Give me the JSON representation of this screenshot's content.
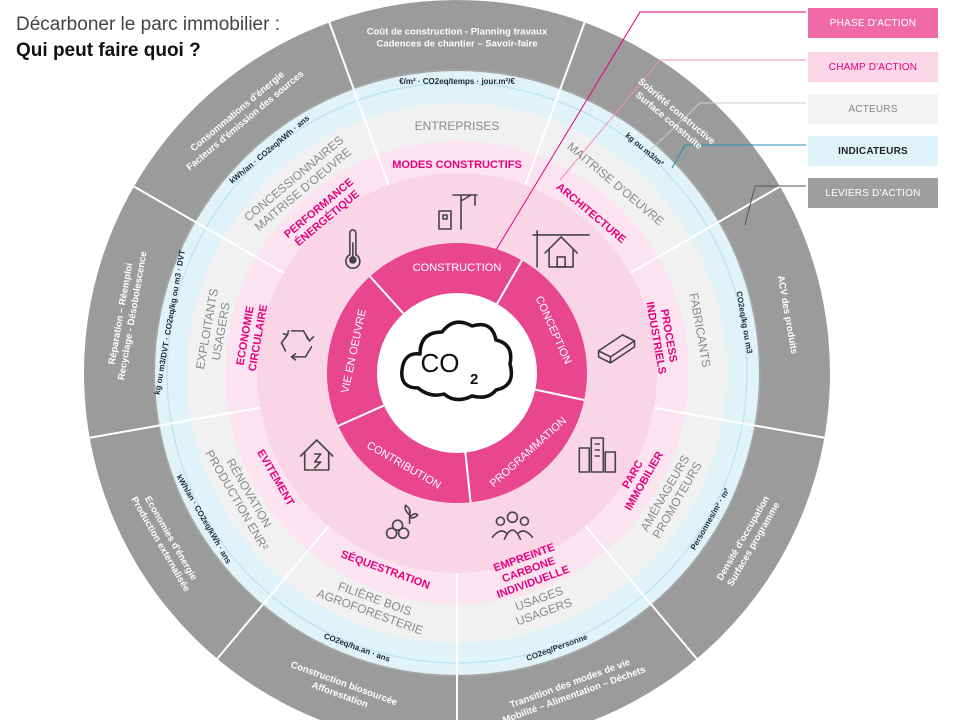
{
  "title": {
    "line1": "Décarboner le parc immobilier :",
    "line2": "Qui peut faire quoi ?"
  },
  "legend": {
    "phase": "PHASE D'ACTION",
    "champ": "CHAMP D'ACTION",
    "acteurs": "ACTEURS",
    "indicateurs": "INDICATEURS",
    "leviers": "LEVIERS D'ACTION"
  },
  "colors": {
    "phase": "#e8468f",
    "champ_text": "#e6007e",
    "champ_ring": "#fbd6e7",
    "acteurs_ring": "#f1f1f1",
    "indic_ring": "#dff3f9",
    "leviers_ring": "#9b9b9b"
  },
  "center": {
    "label": "CO2",
    "icon": "co2-cloud-icon"
  },
  "phases": [
    "CONSTRUCTION",
    "CONCEPTION",
    "PROGRAMMATION",
    "CONTRIBUTION",
    "VIE EN OEUVRE"
  ],
  "champs": [
    {
      "lines": [
        "MODES CONSTRUCTIFS"
      ],
      "icon": "crane-building-icon"
    },
    {
      "lines": [
        "ARCHITECTURE"
      ],
      "icon": "house-blueprint-icon"
    },
    {
      "lines": [
        "PROCESS",
        "INDUSTRIELS"
      ],
      "icon": "beams-icon"
    },
    {
      "lines": [
        "PARC",
        "IMMOBILIER"
      ],
      "icon": "city-icon"
    },
    {
      "lines": [
        "EMPREINTE",
        "CARBONE",
        "INDIVIDUELLE"
      ],
      "icon": "people-group-icon"
    },
    {
      "lines": [
        "SÉQUESTRATION"
      ],
      "icon": "logs-sprout-icon"
    },
    {
      "lines": [
        "EVITEMENT"
      ],
      "icon": "smart-house-icon"
    },
    {
      "lines": [
        "ECONOMIE",
        "CIRCULAIRE"
      ],
      "icon": "recycle-icon"
    },
    {
      "lines": [
        "PERFORMANCE",
        "ÉNERGÉTIQUE"
      ],
      "icon": "thermometer-icon"
    }
  ],
  "acteurs": [
    [
      "ENTREPRISES"
    ],
    [
      "MAITRISE D'OEUVRE"
    ],
    [
      "FABRICANTS"
    ],
    [
      "AMÉNAGEURS",
      "PROMOTEURS"
    ],
    [
      "USAGES",
      "USAGERS"
    ],
    [
      "FILIÈRE BOIS",
      "AGROFORESTERIE"
    ],
    [
      "RÉNOVATION",
      "PRODUCTION ENR²"
    ],
    [
      "EXPLOITANTS",
      "USAGERS"
    ],
    [
      "CONCESSIONNAIRES",
      "MAITRISE D'OEUVRE"
    ]
  ],
  "indicateurs": [
    "€/m² · CO2eq/temps · jour.m²/€",
    "kg ou m3/m²",
    "CO2eq/kg ou m3",
    "Personnes/m² · m²",
    "CO2eq/Personne",
    "CO2eq/ha.an · ans",
    "kWh/an · CO2eq/kWh · ans",
    "kg ou m3/DVT · CO2eq/kg ou m3 · DVT",
    "kWh/an · CO2eq/kWh · ans"
  ],
  "leviers": [
    [
      "Coût de construction - Planning travaux",
      "Cadences de chantier – Savoir-faire"
    ],
    [
      "Sobriété constructive",
      "Surface construite"
    ],
    [
      "ACV des produits"
    ],
    [
      "Densité d'occupation",
      "Surfaces programme"
    ],
    [
      "Transition des modes de vie",
      "Mobilité – Alimentation – Déchets"
    ],
    [
      "Construction biosourcée",
      "Afforestation"
    ],
    [
      "Economies d'énergie",
      "Production externalisée"
    ],
    [
      "Réparation – Réemploi",
      "Recyclage - Désobolescence"
    ],
    [
      "Consommations d'énergie",
      "Facteurs d'émission des sources"
    ]
  ]
}
